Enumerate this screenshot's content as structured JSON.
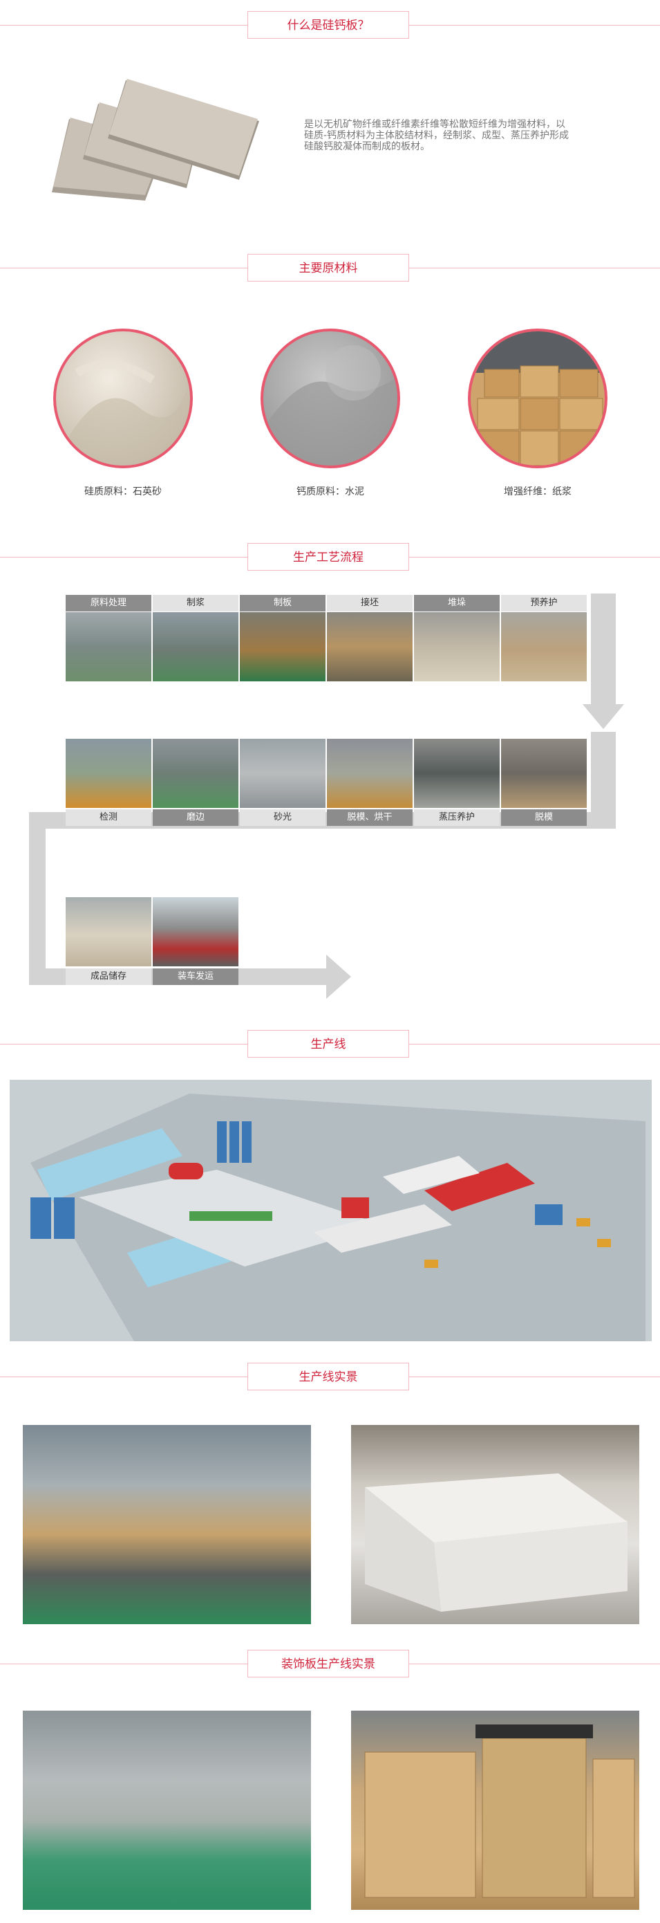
{
  "sections": {
    "what": {
      "title": "什么是硅钙板？",
      "description": "是以无机矿物纤维或纤维素纤维等松散短纤维为增强材料，以硅质-钙质材料为主体胶结材料，经制浆、成型、蒸压养护形成硅酸钙胶凝体而制成的板材。"
    },
    "materials": {
      "title": "主要原材料",
      "items": [
        {
          "caption": "硅质原料：石英砂"
        },
        {
          "caption": "钙质原料：水泥"
        },
        {
          "caption": "增强纤维：纸浆"
        }
      ]
    },
    "process": {
      "title": "生产工艺流程",
      "row1": [
        "原料处理",
        "制浆",
        "制板",
        "接坯",
        "堆垛",
        "预养护"
      ],
      "row2": [
        "检测",
        "磨边",
        "砂光",
        "脱模、烘干",
        "蒸压养护",
        "脱模"
      ],
      "row3": [
        "成品储存",
        "装车发运"
      ]
    },
    "line": {
      "title": "生产线"
    },
    "line_photos": {
      "title": "生产线实景"
    },
    "deco": {
      "title": "装饰板生产线实景"
    }
  },
  "colors": {
    "accent": "#d0233c",
    "rule": "#f2b8bf",
    "circle_border": "#e8596f",
    "label_dark": "#8c8c8c",
    "label_light": "#e3e3e3",
    "flow_bar": "#d3d3d3"
  },
  "icons": {
    "flow_arrow_down": "triangle-down",
    "flow_arrow_right": "triangle-right"
  }
}
